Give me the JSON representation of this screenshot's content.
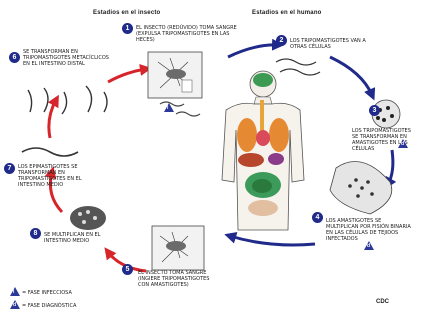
{
  "headers": {
    "left": "Estadios en el insecto",
    "right": "Estadios en el humano"
  },
  "steps": [
    {
      "n": "1",
      "text": "El insecto (Redúvido) toma sangre (expulsa tripomastigotes en las heces)"
    },
    {
      "n": "2",
      "text": "Los tripomastigotes van a otras células"
    },
    {
      "n": "3",
      "text": "Los tripomastigotes se transforman en amastigotes en las células"
    },
    {
      "n": "4",
      "text": "Los amastigotes se multiplican por fisión binaria en las células de tejidos infectados"
    },
    {
      "n": "5",
      "text": "El insecto toma sangre (ingiere tripomastigotes con amastigotes)"
    },
    {
      "n": "6",
      "text": "Se transforman en tripomastigotes metacíclicos en el intestino distal"
    },
    {
      "n": "7",
      "text": "Los epimastigotes se transforman en tripomastigotes en el intestino medio"
    },
    {
      "n": "8",
      "text": "Se multiplican en el intestino medio"
    }
  ],
  "legend": {
    "infective": "= Fase infecciosa",
    "diagnostic": "= Fase diagnóstica"
  },
  "credit": "CDC",
  "colors": {
    "blue": "#1f2a8a",
    "red": "#d7262b"
  }
}
